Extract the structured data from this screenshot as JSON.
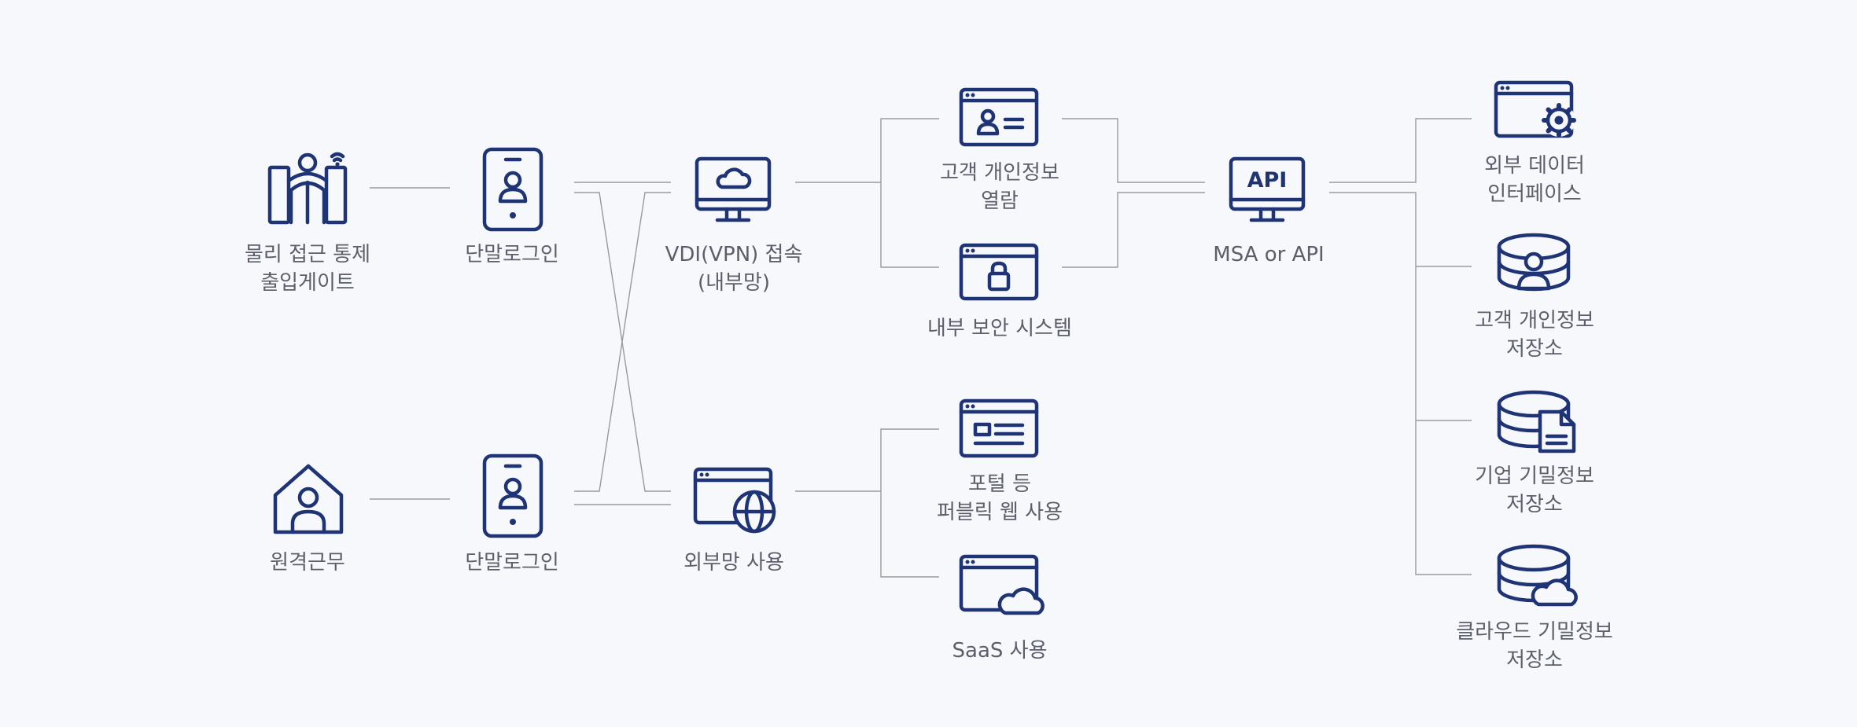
{
  "nodes": {
    "physical_gate": {
      "line1": "물리 접근 통제",
      "line2": "출입게이트",
      "icon": "gate-person-icon"
    },
    "remote_work": {
      "line1": "원격근무",
      "icon": "home-person-icon"
    },
    "device_login_top": {
      "line1": "단말로그인",
      "icon": "mobile-user-icon"
    },
    "device_login_bottom": {
      "line1": "단말로그인",
      "icon": "mobile-user-icon"
    },
    "vdi": {
      "line1": "VDI(VPN) 접속",
      "line2": "(내부망)",
      "icon": "monitor-cloud-icon"
    },
    "external_net": {
      "line1": "외부망 사용",
      "icon": "browser-globe-icon"
    },
    "customer_view": {
      "line1": "고객 개인정보",
      "line2": "열람",
      "icon": "browser-id-card-icon"
    },
    "internal_security": {
      "line1": "내부 보안 시스템",
      "icon": "browser-lock-icon"
    },
    "public_web": {
      "line1": "포털 등",
      "line2": "퍼블릭 웹 사용",
      "icon": "browser-content-icon"
    },
    "saas": {
      "line1": "SaaS 사용",
      "icon": "browser-cloud-icon"
    },
    "msa_api": {
      "line1": "MSA or API",
      "icon_text": "API",
      "icon": "monitor-api-icon"
    },
    "external_data": {
      "line1": "외부 데이터",
      "line2": "인터페이스",
      "icon": "browser-gear-icon"
    },
    "customer_storage": {
      "line1": "고객 개인정보",
      "line2": "저장소",
      "icon": "database-user-icon"
    },
    "corp_storage": {
      "line1": "기업 기밀정보",
      "line2": "저장소",
      "icon": "database-document-icon"
    },
    "cloud_storage": {
      "line1": "클라우드 기밀정보",
      "line2": "저장소",
      "icon": "database-cloud-icon"
    }
  },
  "colors": {
    "icon": "#1f3474",
    "connector": "#9a9a9a",
    "label": "#5b5f6a",
    "background": "#f7f8fc"
  }
}
